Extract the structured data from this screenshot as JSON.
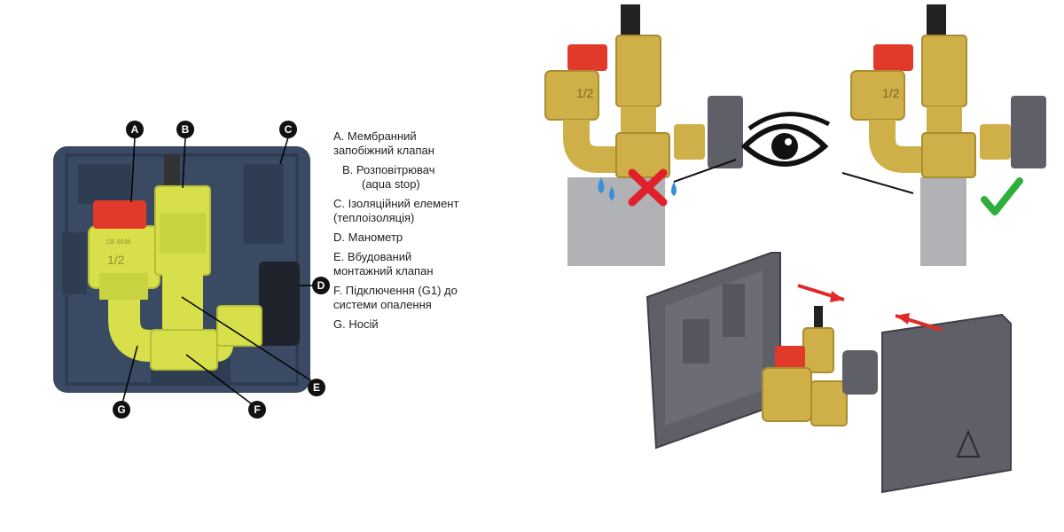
{
  "callouts": {
    "a": "A",
    "b": "B",
    "c": "C",
    "d": "D",
    "e": "E",
    "f": "F",
    "g": "G"
  },
  "legend": [
    {
      "line1": "A. Мембранний",
      "line2": "запобіжний клапан"
    },
    {
      "line1": "B. Розповітрювач",
      "line2": "(aqua stop)"
    },
    {
      "line1": "C. Ізоляційний елемент",
      "line2": "(теплоізоляція)"
    },
    {
      "line1": "D. Манометр",
      "line2": ""
    },
    {
      "line1": "E. Вбудований",
      "line2": "монтажний клапан"
    },
    {
      "line1": "F. Підключення (G1) до",
      "line2": "системи опалення"
    },
    {
      "line1": "G. Носій",
      "line2": ""
    }
  ],
  "valve_markings": {
    "pressure": "1/2",
    "ce": "CE 0036"
  },
  "colors": {
    "insulation_blue": "#3a4a63",
    "valve_yellow": "#d7e04a",
    "valve_brass": "#cfb048",
    "valve_red": "#e23a2a",
    "cross_red": "#e0202a",
    "check_green": "#2eae3a",
    "water_blue": "#3b8fd8",
    "shell_gray": "#5f5f68"
  },
  "icons": {
    "status_wrong": "cross-icon",
    "status_right": "check-icon",
    "inspect": "eye-icon",
    "assembly": "arrow-icon"
  }
}
